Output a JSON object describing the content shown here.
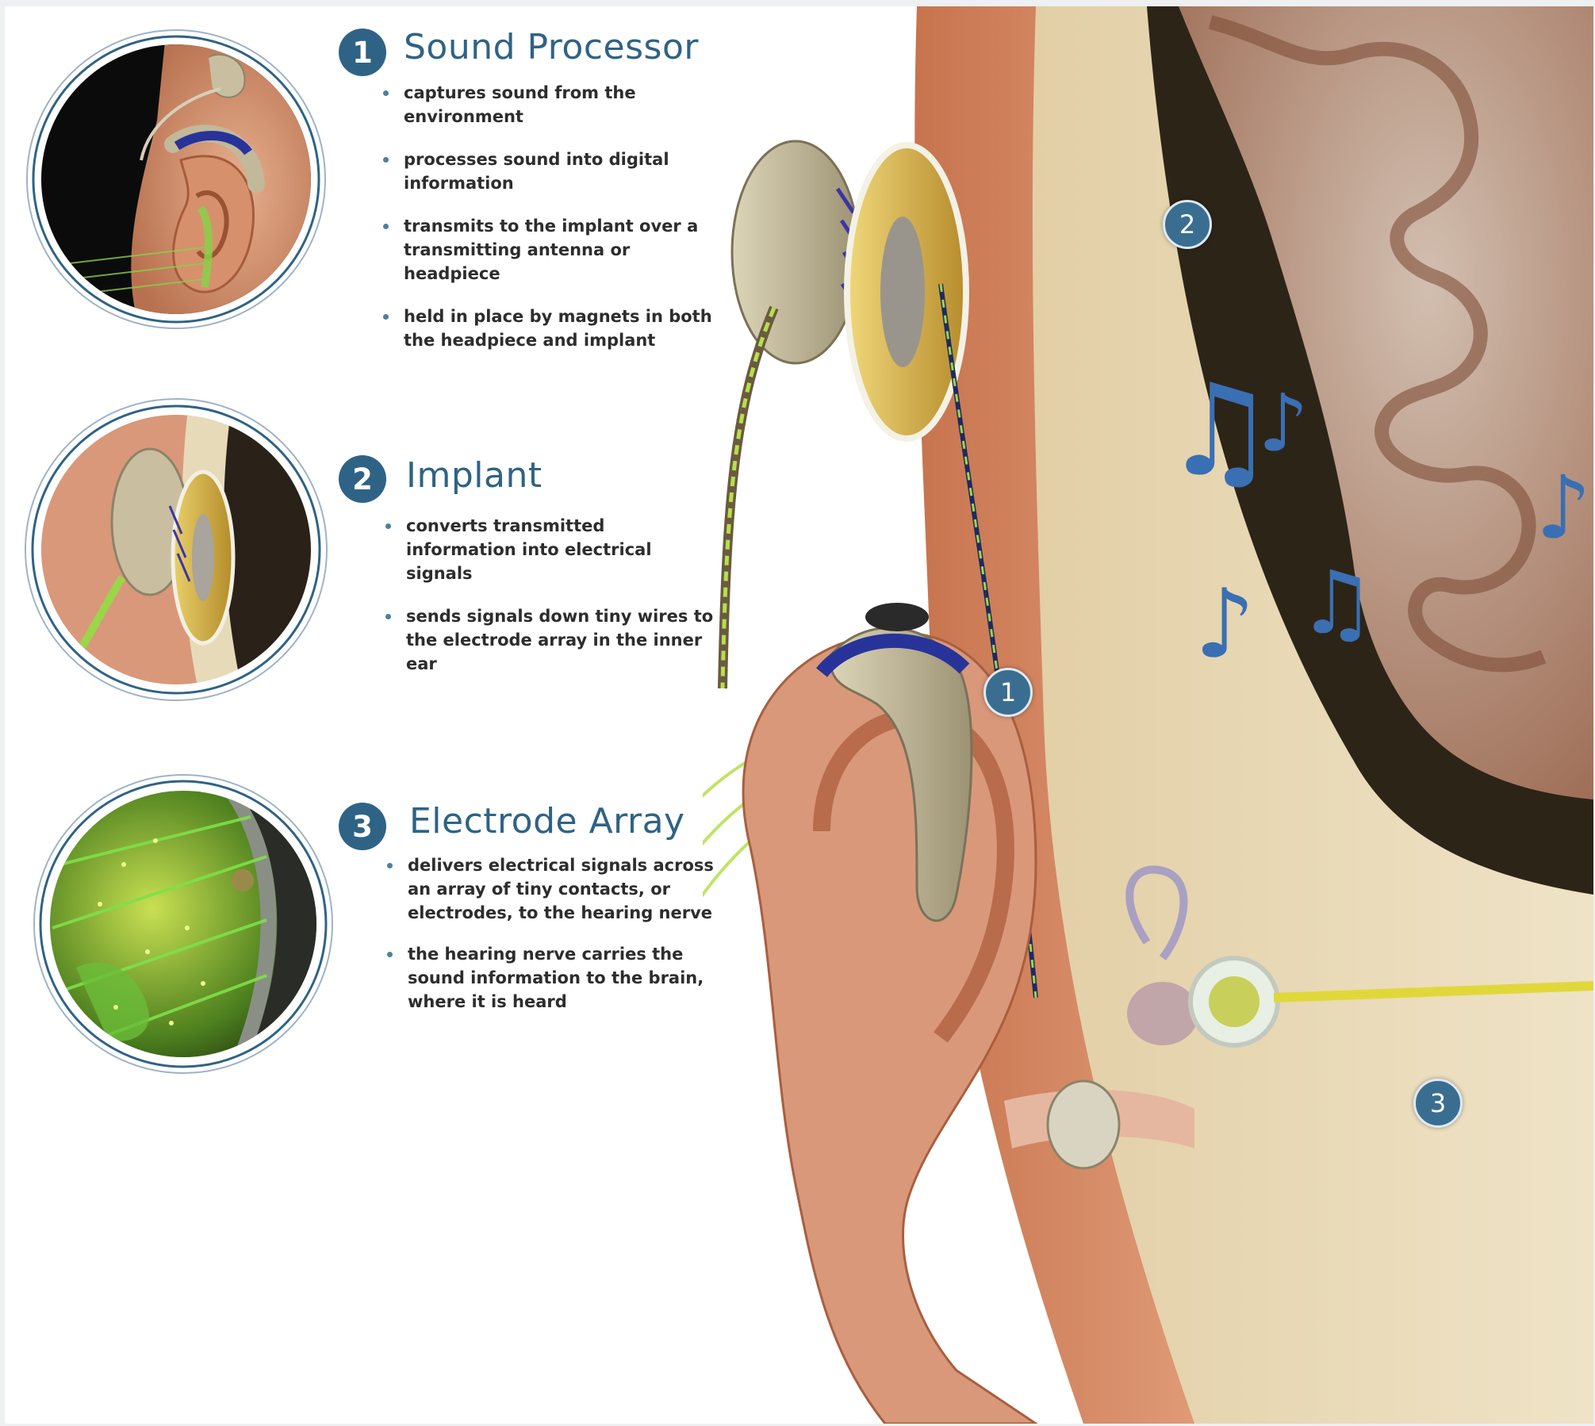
{
  "sections": [
    {
      "number": "1",
      "title": "Sound Processor",
      "bullets": [
        "captures sound from the environment",
        "processes sound into digital information",
        "transmits to the implant over a transmitting antenna or headpiece",
        "held in place by magnets in both the headpiece and implant"
      ]
    },
    {
      "number": "2",
      "title": "Implant",
      "bullets": [
        "converts transmitted information into electrical signals",
        "sends signals down tiny wires to the electrode array in the inner ear"
      ]
    },
    {
      "number": "3",
      "title": "Electrode Array",
      "bullets": [
        "delivers electrical signals across an array of tiny contacts, or electrodes, to the hearing nerve",
        "the hearing nerve carries the sound information to the brain, where it is heard"
      ]
    }
  ],
  "markers": [
    "1",
    "2",
    "3"
  ],
  "colors": {
    "accent": "#2f6385",
    "skin": "#d9987a",
    "bone": "#e9dcc0",
    "brain": "#b88a70",
    "device": "#c9bfa0",
    "signal": "#b5e04a",
    "note": "#3a6fb3"
  },
  "icons": [
    "music-note-icon",
    "sound-wave-icon"
  ]
}
